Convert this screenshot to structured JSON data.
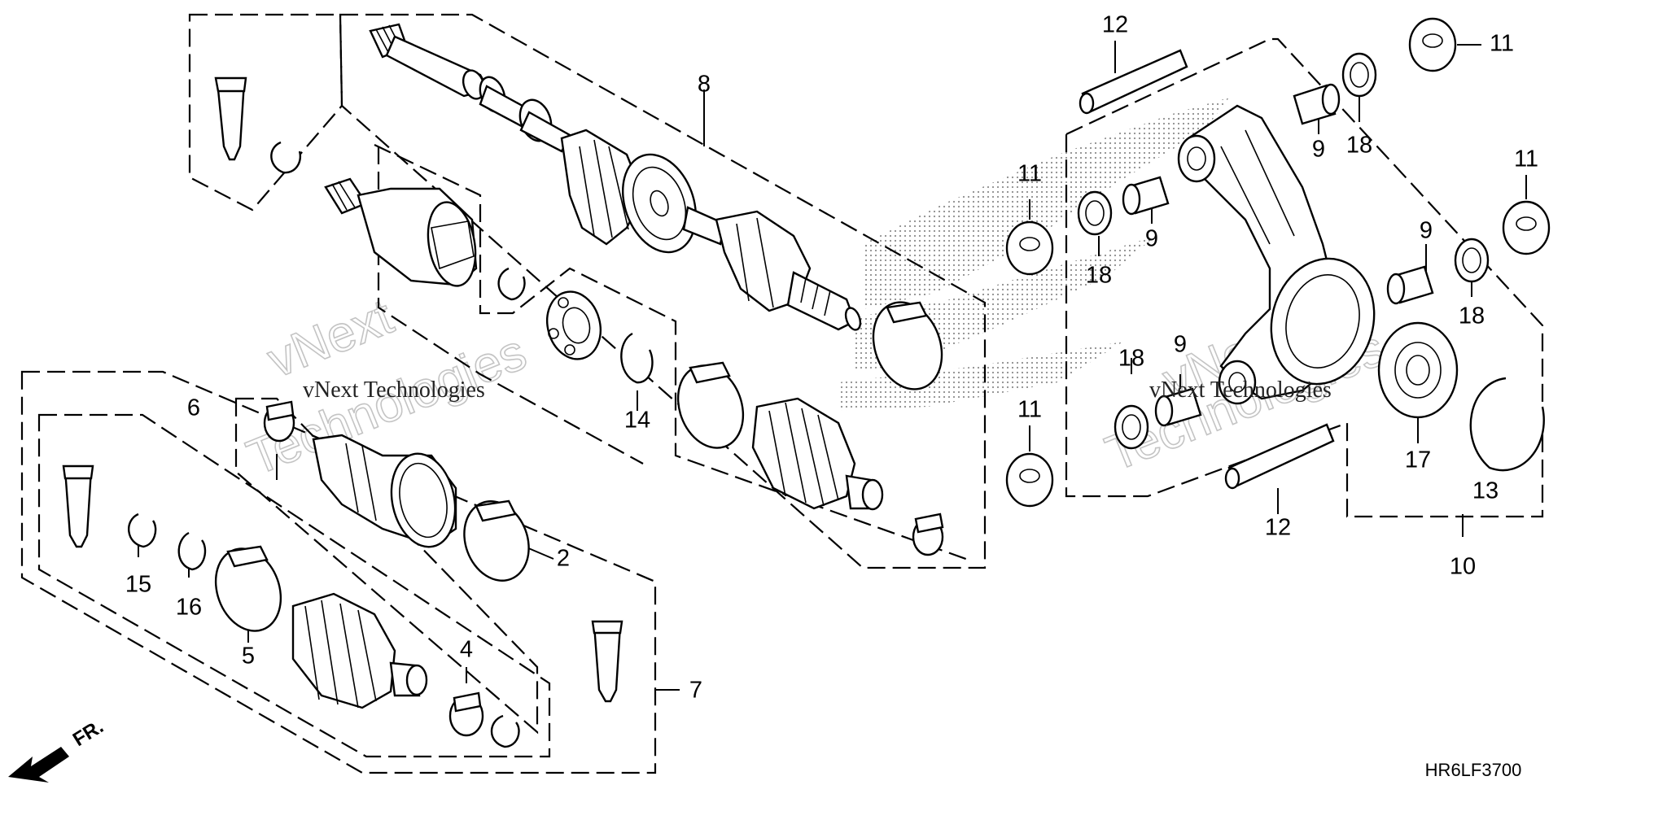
{
  "diagram": {
    "callouts": [
      "12",
      "11",
      "8",
      "11",
      "9",
      "18",
      "9",
      "18",
      "11",
      "9",
      "18",
      "18",
      "9",
      "14",
      "11",
      "17",
      "13",
      "6",
      "12",
      "10",
      "2",
      "15",
      "16",
      "5",
      "4",
      "7"
    ],
    "diagram_code": "HR6LF3700",
    "front_indicator": "FR.",
    "watermark": {
      "line1": "vNext",
      "line2": "Technologies",
      "caption": "vNext Technologies"
    }
  }
}
